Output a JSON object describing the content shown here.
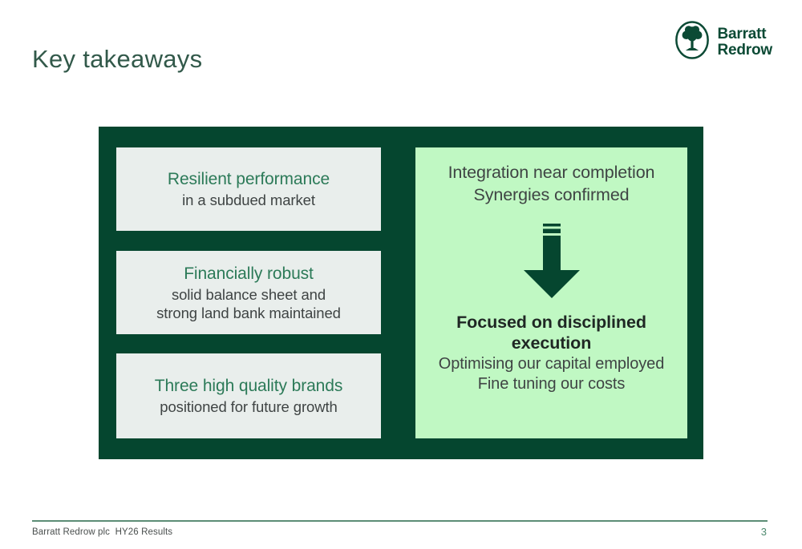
{
  "title": "Key takeaways",
  "logo": {
    "icon": "tree-in-oval",
    "name_line1": "Barratt",
    "name_line2": "Redrow"
  },
  "panel": {
    "left_boxes": [
      {
        "heading": "Resilient performance",
        "lines": [
          "in a subdued market"
        ]
      },
      {
        "heading": "Financially robust",
        "lines": [
          "solid balance sheet and",
          "strong land bank maintained"
        ]
      },
      {
        "heading": "Three high quality brands",
        "lines": [
          "positioned for future growth"
        ]
      }
    ],
    "right_box": {
      "top_lines": [
        "Integration near completion",
        "Synergies confirmed"
      ],
      "arrow_icon": "down-arrow",
      "heading_lines": [
        "Focused on disciplined",
        "execution"
      ],
      "body_lines": [
        "Optimising our capital employed",
        "Fine tuning our costs"
      ]
    }
  },
  "footer": {
    "text": "Barratt Redrow plc  HY26 Results",
    "page_number": "3"
  },
  "colors": {
    "brand_dark_green": "#05462f",
    "mint_green": "#c0f8c3",
    "light_box_grey": "#e9eeec",
    "accent_green": "#2c7a58",
    "body_text": "#3f4444",
    "footer_line_green": "#5c8d76"
  }
}
